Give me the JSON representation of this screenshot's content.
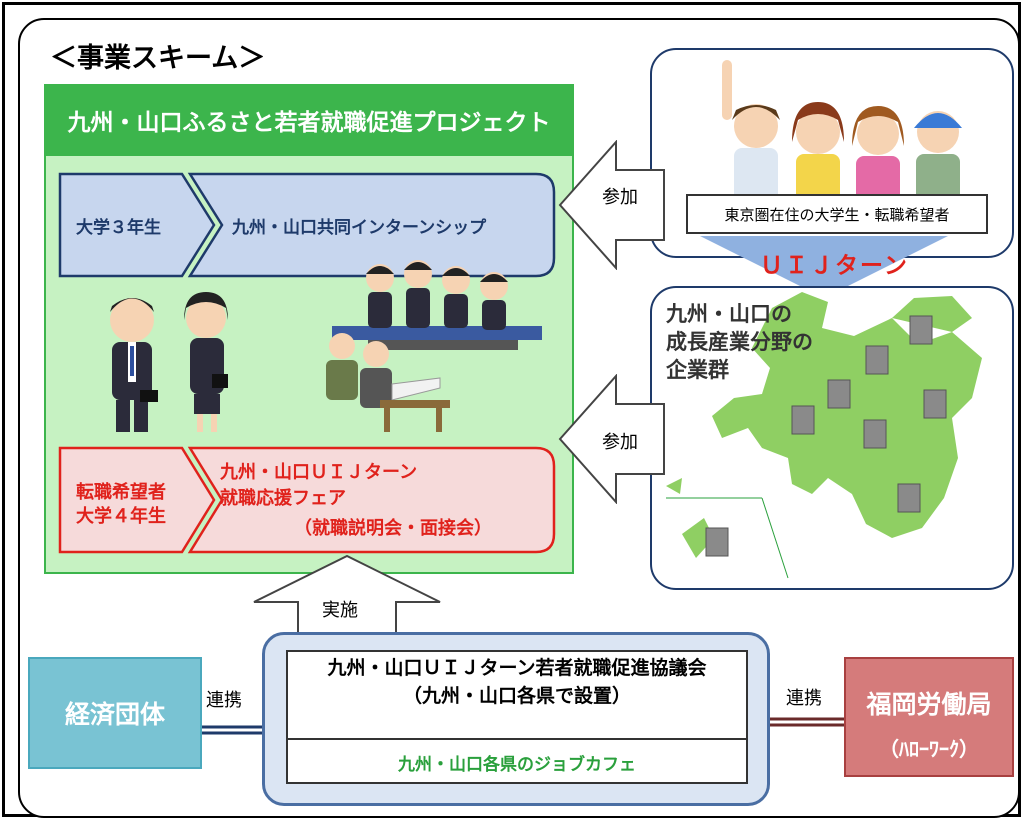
{
  "scheme_title": "＜事業スキーム＞",
  "project": {
    "title": "九州・山口ふるさと若者就職促進プロジェクト",
    "internship": {
      "target": "大学３年生",
      "program": "九州・山口共同インターンシップ"
    },
    "fair": {
      "target_line1": "転職希望者",
      "target_line2": "大学４年生",
      "program_line1": "九州・山口ＵＩＪターン",
      "program_line2": "就職応援フェア",
      "program_line3": "（就職説明会・面接会）"
    }
  },
  "participants": {
    "caption": "東京圏在住の大学生・転職希望者",
    "uij_turn": "ＵＩＪターン",
    "join_label_top": "参加",
    "join_label_bottom": "参加"
  },
  "companies": {
    "line1": "九州・山口の",
    "line2": "成長産業分野の",
    "line3": "企業群"
  },
  "implement_label": "実施",
  "council": {
    "name_line1": "九州・山口ＵＩＪターン若者就職促進協議会",
    "name_line2": "（九州・山口各県で設置）",
    "jobcafe": "九州・山口各県のジョブカフェ"
  },
  "left_partner": {
    "name": "経済団体",
    "link_label": "連携"
  },
  "right_partner": {
    "name": "福岡労働局",
    "sub": "（ﾊﾛｰﾜｰｸ）",
    "link_label": "連携"
  },
  "colors": {
    "green_header": "#3cb54c",
    "green_panel": "#c6f2c2",
    "blue_row": "#c7d6ee",
    "red_row": "#f6dada",
    "accent_red": "#e0221c",
    "navy": "#1e3a6a",
    "teal_box": "#79c3d3",
    "rose_box": "#d57b7b"
  }
}
